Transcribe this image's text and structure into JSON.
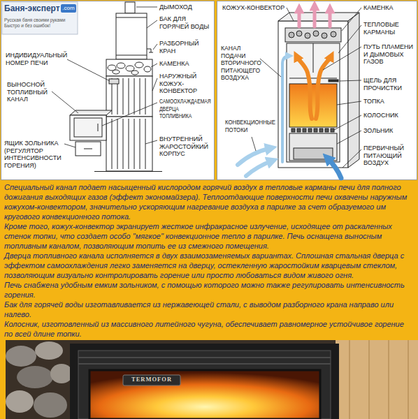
{
  "diagram": {
    "labels": [
      "Баня-эксперт",
      ".com",
      "Русская баня своими руками Быстро и без ошибок!",
      "ДЫМОХОД",
      "БАК ДЛЯ ГОРЯЧЕЙ ВОДЫ",
      "РАЗБОРНЫЙ КРАН",
      "ИНДИВИДУАЛЬНЫЙ НОМЕР ПЕЧИ",
      "КАМЕНКА",
      "ВЫНОСНОЙ ТОПЛИВНЫЙ КАНАЛ",
      "НАРУЖНЫЙ КОЖУХ-КОНВЕКТОР",
      "САМООХЛАЖДАЕМАЯ ДВЕРЦА ТОПЛИВНИКА",
      "ЯЩИК ЗОЛЬНИКА (РЕГУЛЯТОР ИНТЕНСИВНОСТИ ГОРЕНИЯ)",
      "ВНУТРЕННИЙ ЖАРОСТОЙКИЙ КОРПУС",
      "КОЖУХ-КОНВЕКТОР",
      "КАМЕНКА",
      "ТЕПЛОВЫЕ КАРМАНЫ",
      "КАНАЛ ПОДАЧИ ВТОРИЧНОГО ПИТАЮЩЕГО ВОЗДУХА",
      "ПУТЬ ПЛАМЕНИ И ДЫМОВЫХ ГАЗОВ",
      "ЩЕЛЬ ДЛЯ ПРОЧИСТКИ",
      "ТОПКА",
      "КОЛОСНИК",
      "КОНВЕКЦИОННЫЕ ПОТОКИ",
      "ЗОЛЬНИК",
      "ПЕРВИЧНЫЙ ПИТАЮЩИЙ ВОЗДУХ",
      "Специальный канал подает насыщенный кислородом горячий воздух в тепловые карманы печи для полного дожигания выходящих газов (эффект экономайзера). Теплоотдающие поверхности печи охвачены наружным кожухом-конвектором, значительно ускоряющим нагревание воздуха в парилке за счет образуемого им кругового конвекционного потока.",
      "Кроме того, кожух-конвектор экранирует жесткое инфракрасное излучение, исходящее от раскаленных стенок топки, что создает особо \"мягкое\" конвекционное тепло в парилке. Печь оснащена выносным топливным каналом, позволяющим топить ее из смежного помещения.",
      "Дверца топливного канала исполняется в двух взаимозаменяемых вариантах. Сплошная стальная дверца с эффектом самоохлаждения легко заменяется на дверцу, остекленную жаростойким кварцевым стеклом, позволяющим визуально контролировать горение или просто любоваться видом живого огня.",
      "Печь снабжена удобным емким зольником, с помощью которого можно также регулировать интенсивность горения.",
      "Бак для горячей воды изготавливается из нержавеющей стали, с выводом разборного крана направо или налево.",
      "Колосник, изготовленный из массивного литейного чугуна, обеспечивает равномерное устойчивое горение по всей длине топки.",
      "TERMOFOR"
    ]
  }
}
